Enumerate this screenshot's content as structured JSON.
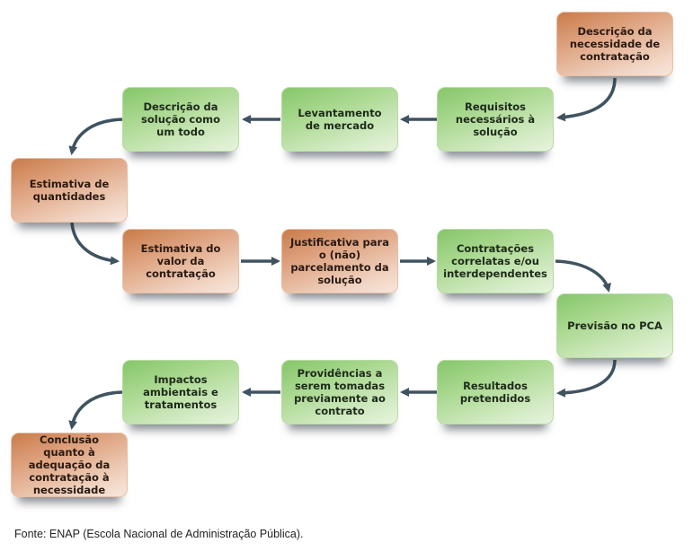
{
  "diagram": {
    "steps": [
      {
        "id": "s1",
        "label": "Descrição da necessidade de contratação",
        "color": "orange"
      },
      {
        "id": "s2",
        "label": "Requisitos necessários à solução",
        "color": "green"
      },
      {
        "id": "s3",
        "label": "Levantamento de mercado",
        "color": "green"
      },
      {
        "id": "s4",
        "label": "Descrição da solução como um todo",
        "color": "green"
      },
      {
        "id": "s5",
        "label": "Estimativa de quantidades",
        "color": "orange"
      },
      {
        "id": "s6",
        "label": "Estimativa do valor da contratação",
        "color": "orange"
      },
      {
        "id": "s7",
        "label": "Justificativa para o (não) parcelamento da solução",
        "color": "orange"
      },
      {
        "id": "s8",
        "label": "Contratações correlatas e/ou interdependentes",
        "color": "green"
      },
      {
        "id": "s9",
        "label": "Previsão no PCA",
        "color": "green"
      },
      {
        "id": "s10",
        "label": "Resultados pretendidos",
        "color": "green"
      },
      {
        "id": "s11",
        "label": "Providências a serem tomadas previamente ao contrato",
        "color": "green"
      },
      {
        "id": "s12",
        "label": "Impactos ambientais e tratamentos",
        "color": "green"
      },
      {
        "id": "s13",
        "label": "Conclusão quanto à adequação da contratação à necessidade",
        "color": "orange"
      }
    ],
    "edges": [
      [
        "s1",
        "s2"
      ],
      [
        "s2",
        "s3"
      ],
      [
        "s3",
        "s4"
      ],
      [
        "s4",
        "s5"
      ],
      [
        "s5",
        "s6"
      ],
      [
        "s6",
        "s7"
      ],
      [
        "s7",
        "s8"
      ],
      [
        "s8",
        "s9"
      ],
      [
        "s9",
        "s10"
      ],
      [
        "s10",
        "s11"
      ],
      [
        "s11",
        "s12"
      ],
      [
        "s12",
        "s13"
      ]
    ],
    "colors": {
      "green": "#8cc870",
      "orange": "#cf8556",
      "arrow": "#3f5361"
    }
  },
  "source": "Fonte: ENAP (Escola Nacional de Administração Pública)."
}
